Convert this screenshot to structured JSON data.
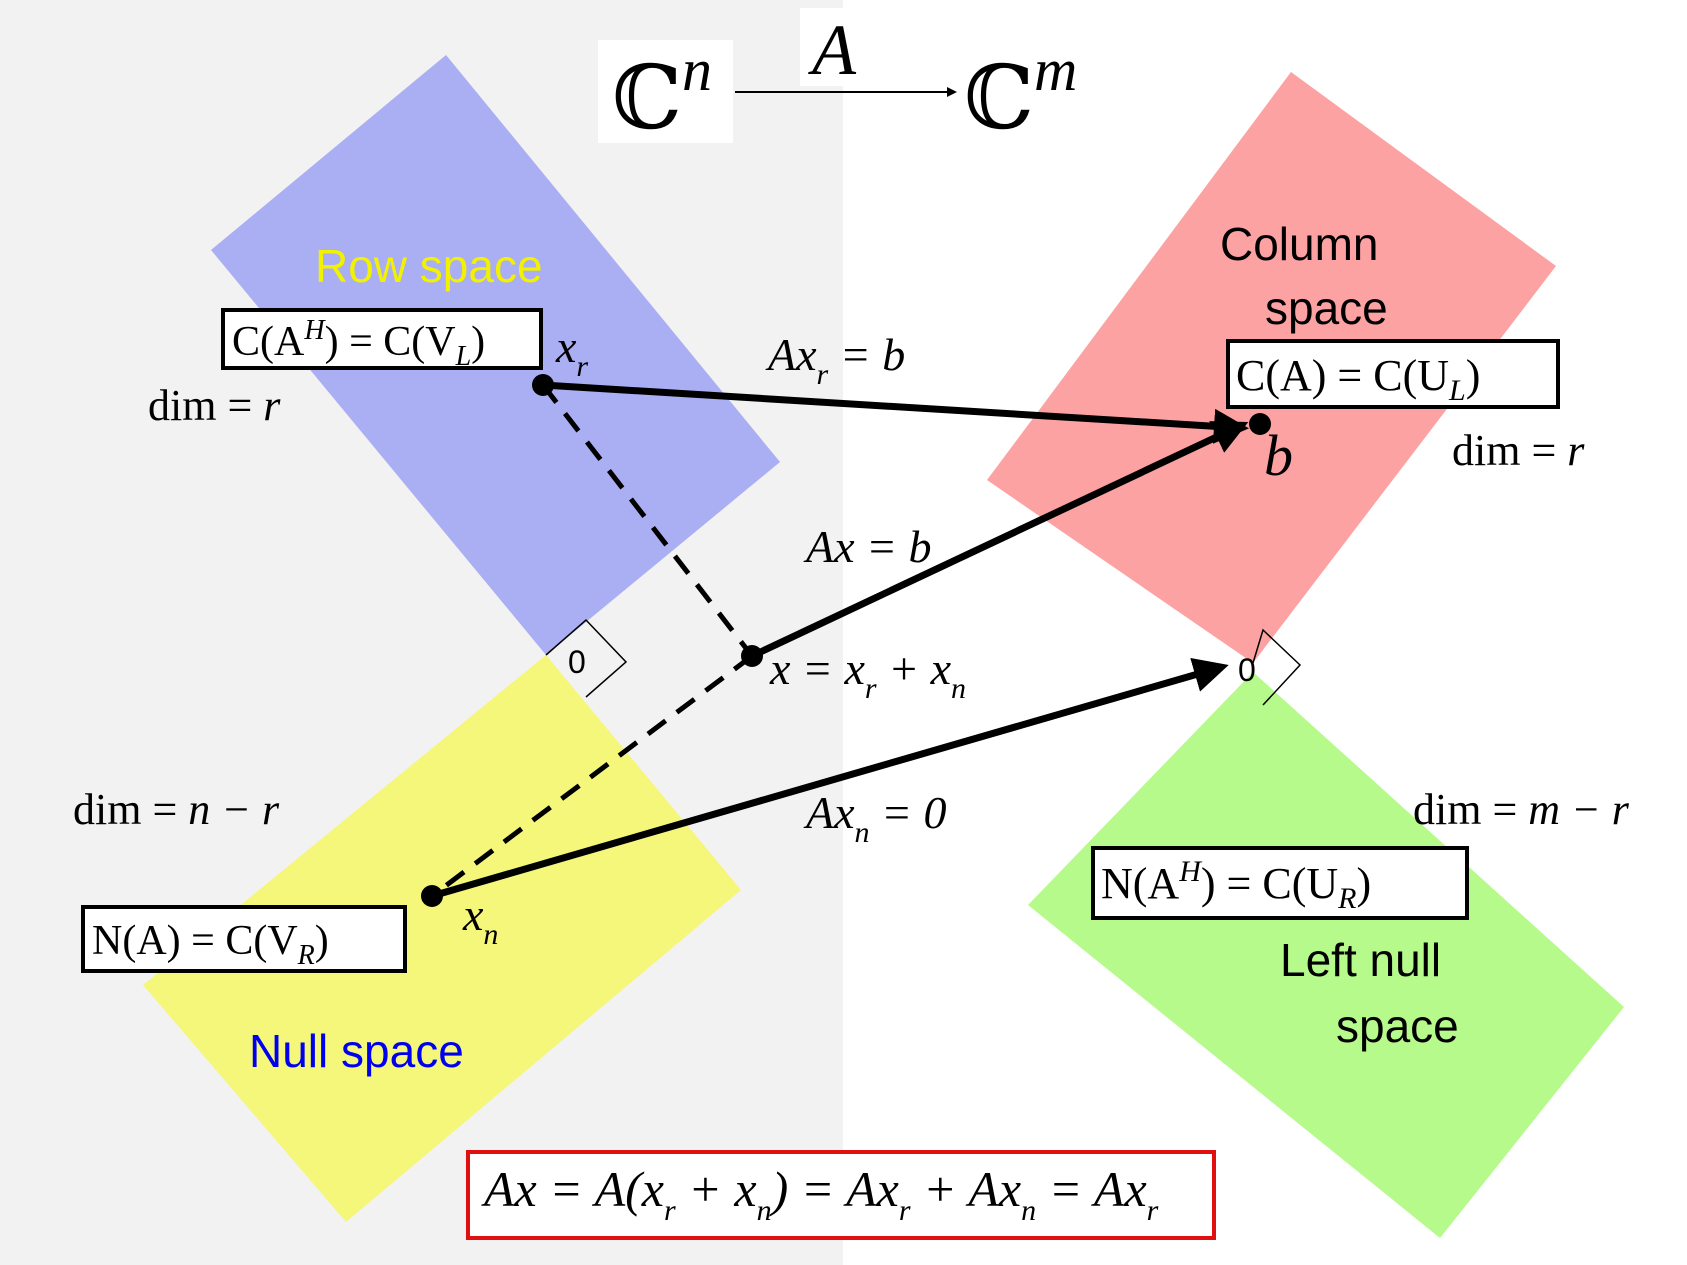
{
  "header": {
    "domain_symbol": "ℂ",
    "domain_exp": "n",
    "map_label": "A",
    "codomain_symbol": "ℂ",
    "codomain_exp": "m"
  },
  "row_space": {
    "title": "Row space",
    "formula": {
      "lhs": "C(A",
      "sup": "H",
      "mid": ") = C(V",
      "sub": "L",
      "end": ")"
    },
    "dim": {
      "label": "dim = ",
      "value": "r"
    },
    "color": "#aaaef2",
    "title_color": "#f2f200"
  },
  "null_space": {
    "title": "Null space",
    "formula": {
      "lhs": "N(A) = C(V",
      "sub": "R",
      "end": ")"
    },
    "dim": {
      "label": "dim = ",
      "value": "n − r"
    },
    "color": "#f4f77a",
    "title_color": "#0000ee"
  },
  "column_space": {
    "title_line1": "Column",
    "title_line2": "space",
    "formula": {
      "lhs": "C(A) = C(U",
      "sub": "L",
      "end": ")"
    },
    "dim": {
      "label": "dim = ",
      "value": "r"
    },
    "color": "#fca2a2"
  },
  "left_null_space": {
    "title_line1": "Left null",
    "title_line2": "space",
    "formula": {
      "lhs": "N(A",
      "sup": "H",
      "mid": ") = C(U",
      "sub": "R",
      "end": ")"
    },
    "dim": {
      "label": "dim = ",
      "value": "m − r"
    },
    "color": "#b6fa8c"
  },
  "points": {
    "xr": {
      "base": "x",
      "sub": "r"
    },
    "xn": {
      "base": "x",
      "sub": "n"
    },
    "x": {
      "lhs": "x = x",
      "sub1": "r",
      "mid": " + x",
      "sub2": "n"
    },
    "b": "b"
  },
  "arrows": {
    "axr": {
      "lhs": "Ax",
      "sub": "r",
      "rhs": " = b"
    },
    "ax": "Ax = b",
    "axn": {
      "lhs": "Ax",
      "sub": "n",
      "rhs": " = 0"
    }
  },
  "origin_left": "0",
  "origin_right": "0",
  "bottom_equation": {
    "p1": "Ax = A(x",
    "s1": "r",
    "p2": " + x",
    "s2": "n",
    "p3": ") = Ax",
    "s3": "r",
    "p4": " + Ax",
    "s4": "n",
    "p5": " = Ax",
    "s5": "r",
    "border_color": "#e01010"
  },
  "background": {
    "left_color": "#f2f2f2",
    "right_color": "#ffffff"
  }
}
